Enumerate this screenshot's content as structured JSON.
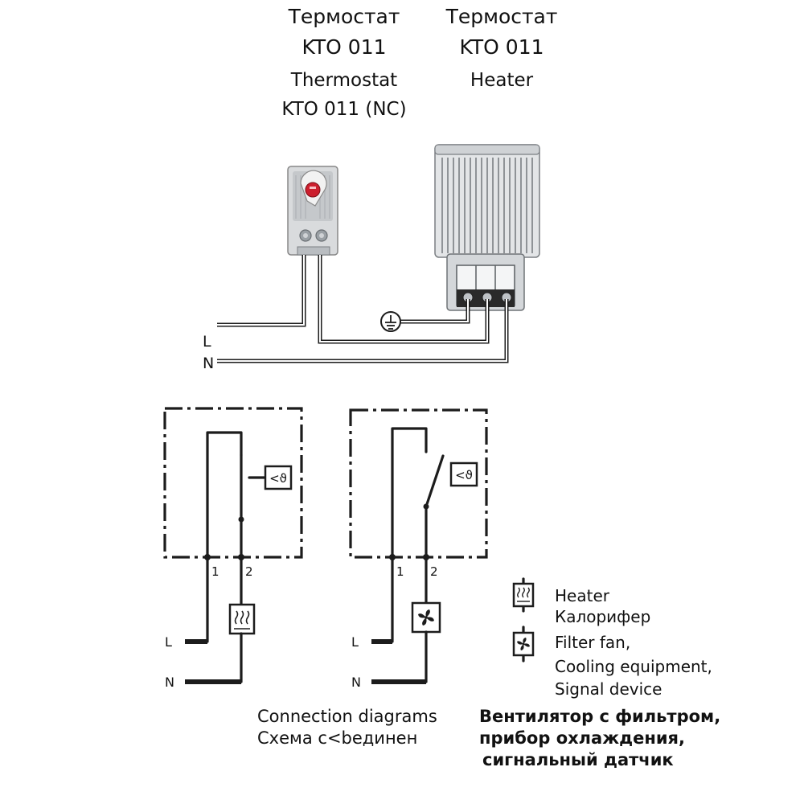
{
  "header": {
    "thermostat_ru": "Термостат",
    "thermostat_model": "KTO 011",
    "thermostat_en": "Thermostat",
    "thermostat_en_model": "KTO 011 (NC)",
    "heater_ru": "Термостат",
    "heater_model": "KTO 011",
    "heater_en": "Heater"
  },
  "wiring": {
    "line_label": "L",
    "neutral_label": "N"
  },
  "schematic_heater": {
    "terminal_1": "1",
    "terminal_2": "2",
    "line_label": "L",
    "neutral_label": "N",
    "sensor_symbol": "<ϑ"
  },
  "schematic_fan": {
    "terminal_1": "1",
    "terminal_2": "2",
    "line_label": "L",
    "neutral_label": "N",
    "sensor_symbol": "<ϑ"
  },
  "legend": {
    "heater_en": "Heater",
    "heater_ru": "Калорифер",
    "fan_line1": "Filter fan,",
    "fan_line2": "Cooling equipment,",
    "fan_line3": "Signal device"
  },
  "footer": {
    "caption_en": "Connection diagrams",
    "caption_ru": "Схема с<bединен",
    "fan_ru_line1": "Вентилятор с фильтром,",
    "fan_ru_line2": "прибор охлаждения,",
    "fan_ru_line3": "сигнальный датчик"
  },
  "colors": {
    "line": "#1c1c1c",
    "device_body": "#d6d8da",
    "thermostat_dial": "#cc1f2e"
  }
}
